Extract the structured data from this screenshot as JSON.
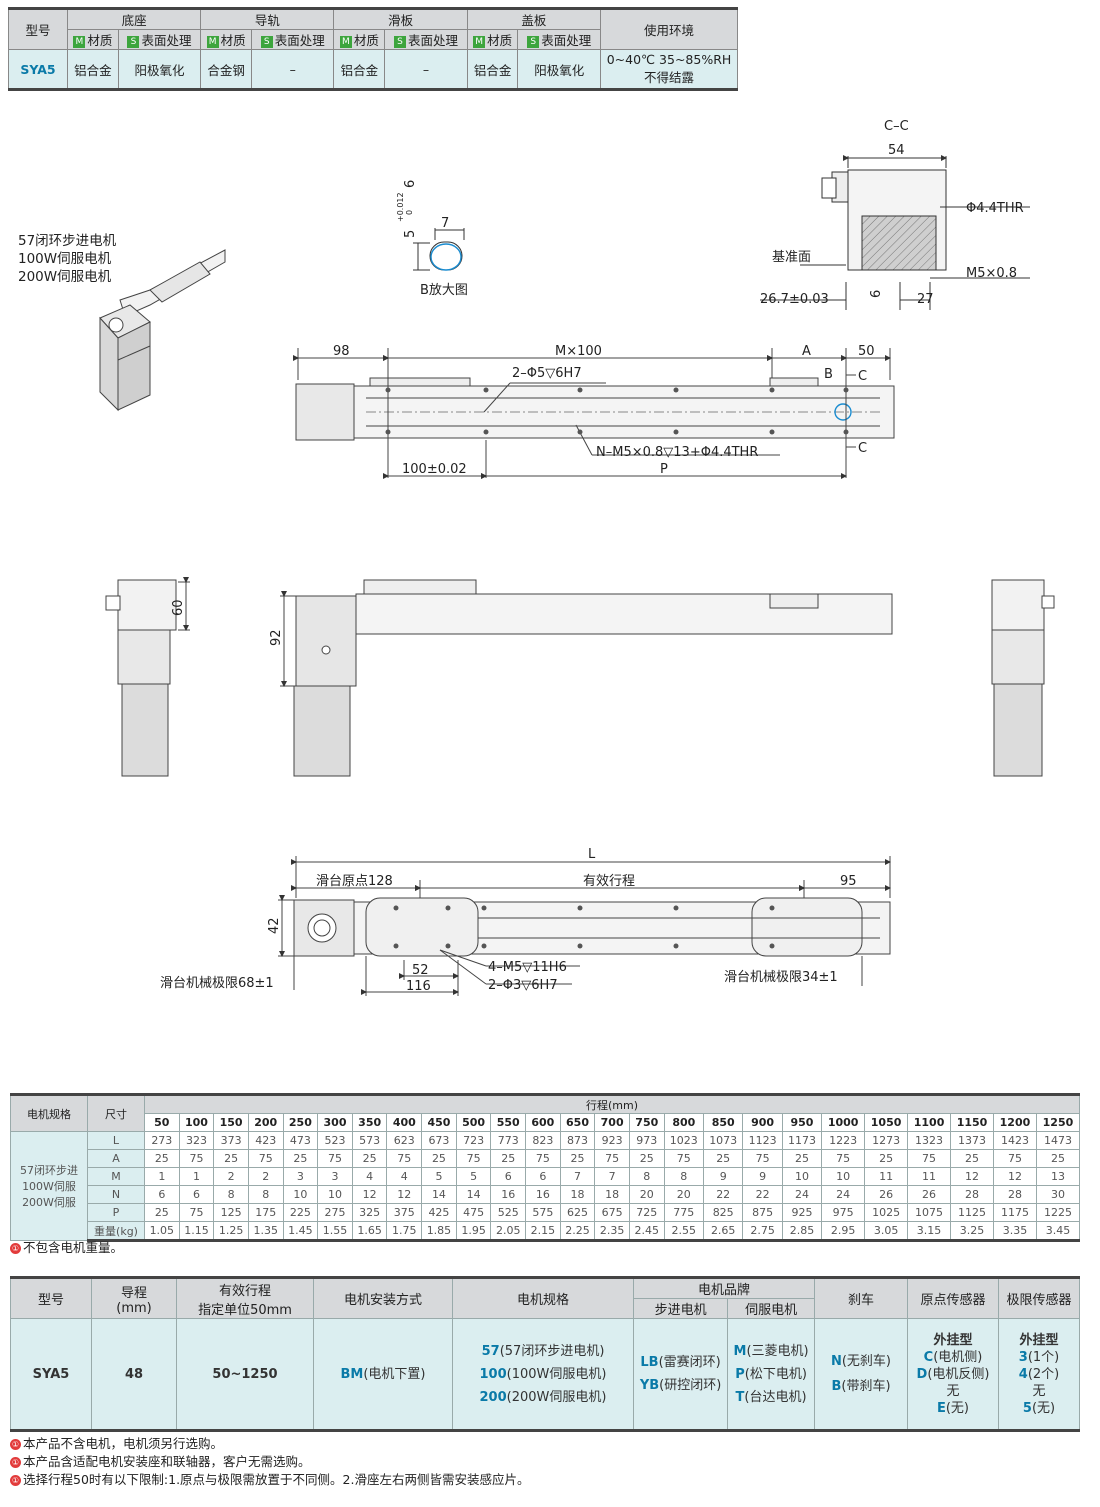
{
  "spec_table": {
    "headers": {
      "model": "型号",
      "base": "底座",
      "guide": "导轨",
      "slider": "滑板",
      "cover": "盖板",
      "env": "使用环境"
    },
    "sub_material": "材质",
    "sub_surface": "表面处理",
    "tag_m": "M",
    "tag_s": "S",
    "row": {
      "model": "SYA5",
      "base_mat": "铝合金",
      "base_surf": "阳极氧化",
      "guide_mat": "合金钢",
      "guide_surf": "–",
      "slider_mat": "铝合金",
      "slider_surf": "–",
      "cover_mat": "铝合金",
      "cover_surf": "阳极氧化",
      "env_line1": "0~40℃ 35~85%RH",
      "env_line2": "不得结露"
    }
  },
  "drawing": {
    "motor_labels": [
      "57闭环步进电机",
      "100W伺服电机",
      "200W伺服电机"
    ],
    "b_enlarge": {
      "caption": "B放大图",
      "width": "7",
      "depth": "5",
      "tol_top": "+0.012",
      "tol_bot": "0",
      "deep": "6"
    },
    "cc_section": {
      "title": "C–C",
      "width": "54",
      "thr": "Φ4.4THR",
      "datum": "基准面",
      "m5": "M5×0.8",
      "offset": "26.7±0.03",
      "d6": "6",
      "d27": "27"
    },
    "top_view": {
      "d98": "98",
      "mx100": "M×100",
      "a": "A",
      "d50": "50",
      "b": "B",
      "c": "C",
      "holes": "2–Φ5▽6H7",
      "nholes": "N–M5×0.8▽13+Φ4.4THR",
      "pitch": "100±0.02",
      "p": "P"
    },
    "side_view": {
      "d60": "60",
      "d92": "92"
    },
    "bottom_view": {
      "l": "L",
      "origin": "滑台原点128",
      "stroke": "有效行程",
      "d95": "95",
      "d42": "42",
      "holes4": "4–M5▽11H6",
      "d52": "52",
      "d116": "116",
      "holes2": "2–Φ3▽6H7",
      "limit_left": "滑台机械极限68±1",
      "limit_right": "滑台机械极限34±1"
    }
  },
  "dim_table": {
    "header_motor": "电机规格",
    "header_size": "尺寸",
    "header_stroke": "行程(mm)",
    "motor": [
      "57闭环步进",
      "100W伺服",
      "200W伺服"
    ],
    "strokes": [
      "50",
      "100",
      "150",
      "200",
      "250",
      "300",
      "350",
      "400",
      "450",
      "500",
      "550",
      "600",
      "650",
      "700",
      "750",
      "800",
      "850",
      "900",
      "950",
      "1000",
      "1050",
      "1100",
      "1150",
      "1200",
      "1250"
    ],
    "rows": [
      {
        "label": "L",
        "values": [
          "273",
          "323",
          "373",
          "423",
          "473",
          "523",
          "573",
          "623",
          "673",
          "723",
          "773",
          "823",
          "873",
          "923",
          "973",
          "1023",
          "1073",
          "1123",
          "1173",
          "1223",
          "1273",
          "1323",
          "1373",
          "1423",
          "1473"
        ]
      },
      {
        "label": "A",
        "values": [
          "25",
          "75",
          "25",
          "75",
          "25",
          "75",
          "25",
          "75",
          "25",
          "75",
          "25",
          "75",
          "25",
          "75",
          "25",
          "75",
          "25",
          "75",
          "25",
          "75",
          "25",
          "75",
          "25",
          "75",
          "25"
        ]
      },
      {
        "label": "M",
        "values": [
          "1",
          "1",
          "2",
          "2",
          "3",
          "3",
          "4",
          "4",
          "5",
          "5",
          "6",
          "6",
          "7",
          "7",
          "8",
          "8",
          "9",
          "9",
          "10",
          "10",
          "11",
          "11",
          "12",
          "12",
          "13"
        ]
      },
      {
        "label": "N",
        "values": [
          "6",
          "6",
          "8",
          "8",
          "10",
          "10",
          "12",
          "12",
          "14",
          "14",
          "16",
          "16",
          "18",
          "18",
          "20",
          "20",
          "22",
          "22",
          "24",
          "24",
          "26",
          "26",
          "28",
          "28",
          "30"
        ]
      },
      {
        "label": "P",
        "values": [
          "25",
          "75",
          "125",
          "175",
          "225",
          "275",
          "325",
          "375",
          "425",
          "475",
          "525",
          "575",
          "625",
          "675",
          "725",
          "775",
          "825",
          "875",
          "925",
          "975",
          "1025",
          "1075",
          "1125",
          "1175",
          "1225"
        ]
      }
    ],
    "weight_label": "重量(kg)",
    "weight": [
      "1.05",
      "1.15",
      "1.25",
      "1.35",
      "1.45",
      "1.55",
      "1.65",
      "1.75",
      "1.85",
      "1.95",
      "2.05",
      "2.15",
      "2.25",
      "2.35",
      "2.45",
      "2.55",
      "2.65",
      "2.75",
      "2.85",
      "2.95",
      "3.05",
      "3.15",
      "3.25",
      "3.35",
      "3.45"
    ],
    "note": "不包含电机重量。"
  },
  "order_table": {
    "headers": {
      "model": "型号",
      "lead": "导程",
      "lead_unit": "(mm)",
      "stroke": "有效行程",
      "stroke_sub": "指定单位50mm",
      "mount": "电机安装方式",
      "spec": "电机规格",
      "brand": "电机品牌",
      "stepper": "步进电机",
      "servo": "伺服电机",
      "brake": "刹车",
      "origin": "原点传感器",
      "limit": "极限传感器"
    },
    "values": {
      "model": "SYA5",
      "lead": "48",
      "stroke": "50~1250",
      "mount_code": "BM",
      "mount_desc": "(电机下置)",
      "specs": [
        {
          "code": "57",
          "desc": "(57闭环步进电机)"
        },
        {
          "code": "100",
          "desc": "(100W伺服电机)"
        },
        {
          "code": "200",
          "desc": "(200W伺服电机)"
        }
      ],
      "stepper": [
        {
          "code": "LB",
          "desc": "(雷赛闭环)"
        },
        {
          "code": "YB",
          "desc": "(研控闭环)"
        }
      ],
      "servo": [
        {
          "code": "M",
          "desc": "(三菱电机)"
        },
        {
          "code": "P",
          "desc": "(松下电机)"
        },
        {
          "code": "T",
          "desc": "(台达电机)"
        }
      ],
      "brake": [
        {
          "code": "N",
          "desc": "(无刹车)"
        },
        {
          "code": "B",
          "desc": "(带刹车)"
        }
      ],
      "origin_type": "外挂型",
      "origin": [
        {
          "code": "C",
          "desc": "(电机侧)"
        },
        {
          "code": "D",
          "desc": "(电机反侧)"
        },
        {
          "code": "",
          "desc": "无"
        },
        {
          "code": "E",
          "desc": "(无)"
        }
      ],
      "limit_type": "外挂型",
      "limit": [
        {
          "code": "3",
          "desc": "(1个)"
        },
        {
          "code": "4",
          "desc": "(2个)"
        },
        {
          "code": "",
          "desc": "无"
        },
        {
          "code": "5",
          "desc": "(无)"
        }
      ]
    }
  },
  "notes": [
    "本产品不含电机，电机须另行选购。",
    "本产品含适配电机安装座和联轴器，客户无需选购。",
    "选择行程50时有以下限制:1.原点与极限需放置于不同侧。2.滑座左右两侧皆需安装感应片。"
  ],
  "note_mark": "①",
  "colors": {
    "accent_blue": "#0a7aa8",
    "header_gray": "#d7d9db",
    "cell_cyan": "#dbeef0",
    "tag_green": "#3da53d",
    "note_red": "#e23b3b"
  }
}
